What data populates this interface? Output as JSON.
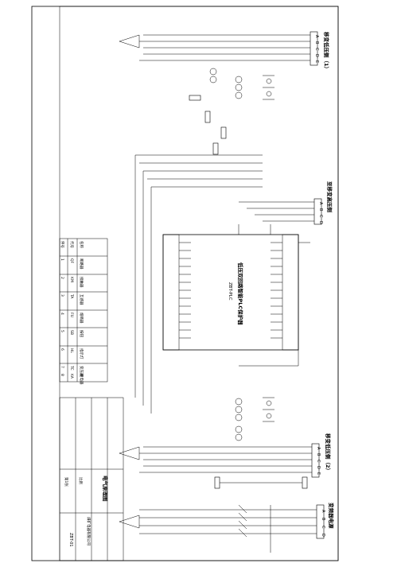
{
  "titles": {
    "section_a": "移变低压侧（1）",
    "section_b": "至移变高压侧",
    "section_c": "移变低压侧（2）",
    "section_d": "变频器电源"
  },
  "connector_labels": {
    "top": [
      "A",
      "B",
      "C",
      "D",
      "E"
    ],
    "middle": [
      "A",
      "B",
      "C",
      "D"
    ],
    "lower": [
      "A",
      "B",
      "C",
      "D",
      "E"
    ],
    "bottom": [
      "A",
      "B",
      "C",
      "D"
    ]
  },
  "protector": {
    "title": "低压双回路智能PLC保护器",
    "model": "ZBT-PLC"
  },
  "title_block": {
    "drawing_name": "电气原理图",
    "drawing_no": "ZBT-01",
    "company": "煤矿电器有限公司",
    "scale": "比例",
    "sheet": "第1张"
  },
  "table": {
    "headers": [
      "序号",
      "代号",
      "名称"
    ],
    "rows": [
      [
        "1",
        "QF",
        "断路器"
      ],
      [
        "2",
        "KM",
        "接触器"
      ],
      [
        "3",
        "TA",
        "互感器"
      ],
      [
        "4",
        "FU",
        "熔断器"
      ],
      [
        "5",
        "SB",
        "按钮"
      ],
      [
        "6",
        "HL",
        "指示灯"
      ],
      [
        "7",
        "TC",
        "变压器"
      ],
      [
        "8",
        "KA",
        "继电器"
      ]
    ]
  },
  "colors": {
    "line": "#000000",
    "paper": "#ffffff"
  }
}
